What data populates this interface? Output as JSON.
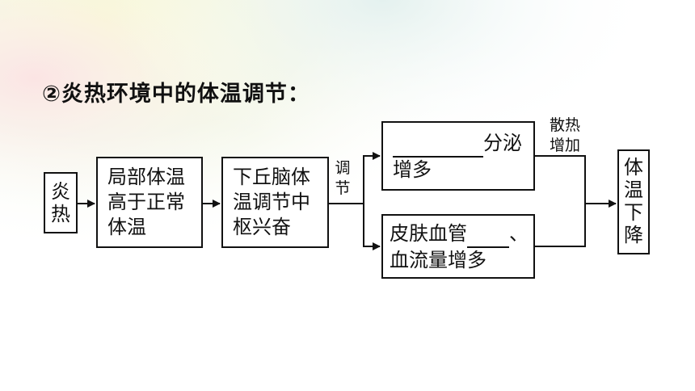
{
  "heading": "②炎热环境中的体温调节：",
  "boxes": {
    "stimulus": [
      "炎",
      "热"
    ],
    "local_temp": [
      "局部体温",
      "高于正常",
      "体温"
    ],
    "hypothalamus": [
      "下丘脑体",
      "温调节中",
      "枢兴奋"
    ],
    "sweat": {
      "line1_suffix": "分泌",
      "line2": "增多"
    },
    "skin": {
      "line1": "皮肤血管",
      "line1_suffix": "、",
      "line2": "血流量增多"
    },
    "result": [
      "体",
      "温",
      "下",
      "降"
    ]
  },
  "labels": {
    "regulate": [
      "调",
      "节"
    ],
    "heat_loss": [
      "散热",
      "增加"
    ]
  }
}
